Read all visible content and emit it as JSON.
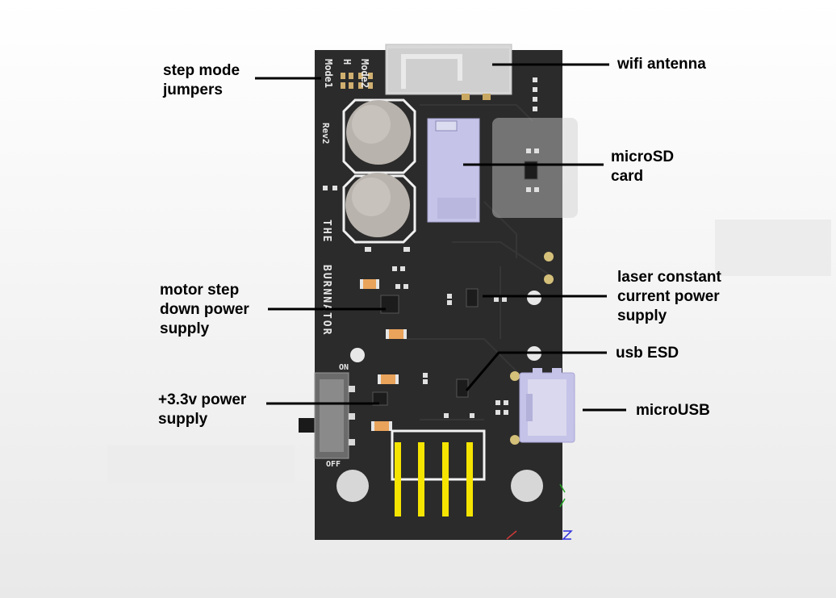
{
  "labels": {
    "step_mode": "step mode\njumpers",
    "wifi_antenna": "wifi antenna",
    "microsd": "microSD\ncard",
    "laser_supply": "laser constant\ncurrent power\nsupply",
    "motor_supply": "motor step\ndown power\nsupply",
    "usb_esd": "usb ESD",
    "v33_supply": "+3.3v power\nsupply",
    "microusb": "microUSB"
  },
  "silkscreen": {
    "mode1": "Mode1",
    "mode2": "Mode2",
    "h": "H",
    "rev": "Rev2",
    "the": "THE",
    "burnnator": "BURNNATOR",
    "on": "ON",
    "off": "OFF"
  },
  "colors": {
    "pcb": "#2b2b2b",
    "silkscreen": "#e8e8e8",
    "header_pins": "#f5e400",
    "sd_card": "#c5c3e8",
    "leader_lines": "#000000"
  }
}
